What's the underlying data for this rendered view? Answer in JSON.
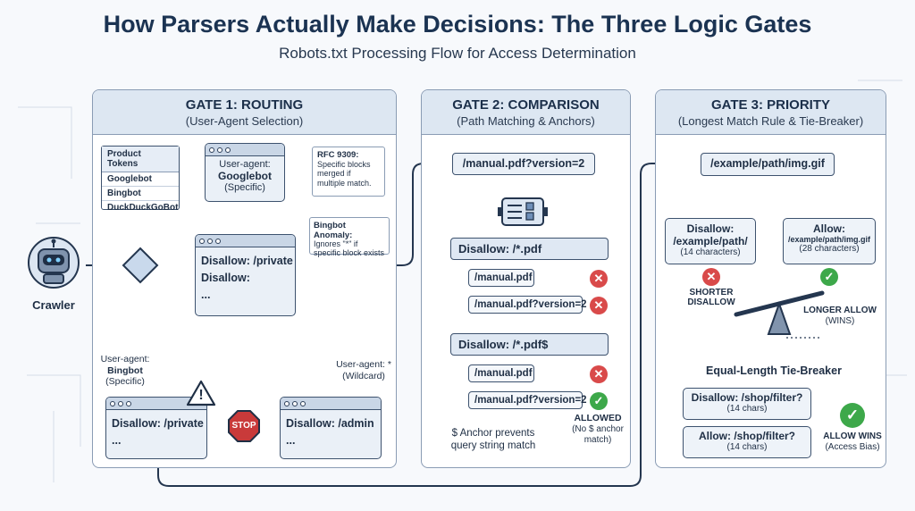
{
  "title": "How Parsers Actually Make Decisions: The Three Logic Gates",
  "subtitle": "Robots.txt Processing Flow for Access Determination",
  "crawler": {
    "label": "Crawler"
  },
  "gate1": {
    "title": "GATE 1: ROUTING",
    "subtitle": "(User-Agent Selection)",
    "tokens": {
      "header": "Product Tokens",
      "items": [
        "Googlebot",
        "Bingbot",
        "DuckDuckGoBot"
      ]
    },
    "ua_box": {
      "line1": "User-agent:",
      "line2": "Googlebot",
      "line3": "(Specific)"
    },
    "rfc_note": {
      "title": "RFC 9309:",
      "text": "Specific blocks merged if multiple match."
    },
    "bing_note": {
      "title": "Bingbot Anomaly:",
      "text": "Ignores \"*\" if specific block exists"
    },
    "main_block": {
      "line1": "Disallow: /private",
      "line2": "Disallow:",
      "line3": "..."
    },
    "ua_bing": {
      "line1": "User-agent:",
      "line2": "Bingbot",
      "line3": "(Specific)"
    },
    "ua_wild": {
      "line1": "User-agent: *",
      "line2": "(Wildcard)"
    },
    "bing_block": {
      "line1": "Disallow: /private",
      "line2": "..."
    },
    "stop_label": "STOP",
    "wild_block": {
      "line1": "Disallow: /admin",
      "line2": "..."
    },
    "warning_symbol": "!"
  },
  "gate2": {
    "title": "GATE 2: COMPARISON",
    "subtitle": "(Path Matching & Anchors)",
    "input_url": "/manual.pdf?version=2",
    "rule1": "Disallow: /*.pdf",
    "rule1_paths": [
      "/manual.pdf",
      "/manual.pdf?version=2"
    ],
    "rule2": "Disallow: /*.pdf$",
    "rule2_paths": [
      "/manual.pdf",
      "/manual.pdf?version=2"
    ],
    "anchor_note": "$ Anchor prevents query string match",
    "allowed": {
      "title": "ALLOWED",
      "note": "(No $ anchor match)"
    }
  },
  "gate3": {
    "title": "GATE 3: PRIORITY",
    "subtitle": "(Longest Match Rule & Tie-Breaker)",
    "input_url": "/example/path/img.gif",
    "disallow_card": {
      "line1": "Disallow:",
      "line2": "/example/path/",
      "chars": "(14 characters)"
    },
    "allow_card": {
      "line1": "Allow:",
      "line2": "/example/path/img.gif",
      "chars": "(28 characters)"
    },
    "shorter": "SHORTER DISALLOW",
    "longer": {
      "title": "LONGER ALLOW",
      "note": "(WINS)"
    },
    "tie_title": "Equal-Length Tie-Breaker",
    "tie_disallow": {
      "rule": "Disallow: /shop/filter?",
      "chars": "(14 chars)"
    },
    "tie_allow": {
      "rule": "Allow: /shop/filter?",
      "chars": "(14 chars)"
    },
    "allow_wins": {
      "title": "ALLOW WINS",
      "note": "(Access Bias)"
    }
  },
  "colors": {
    "wire": "#24364f",
    "deny": "#d94a4a",
    "allow": "#3da84a",
    "stop": "#c93a3a",
    "warn": "#f1c232"
  },
  "icons": [
    "robot-icon",
    "decision-diamond-icon",
    "warning-icon",
    "stop-sign-icon",
    "cross-icon",
    "check-icon",
    "seesaw-icon",
    "parser-icon"
  ]
}
